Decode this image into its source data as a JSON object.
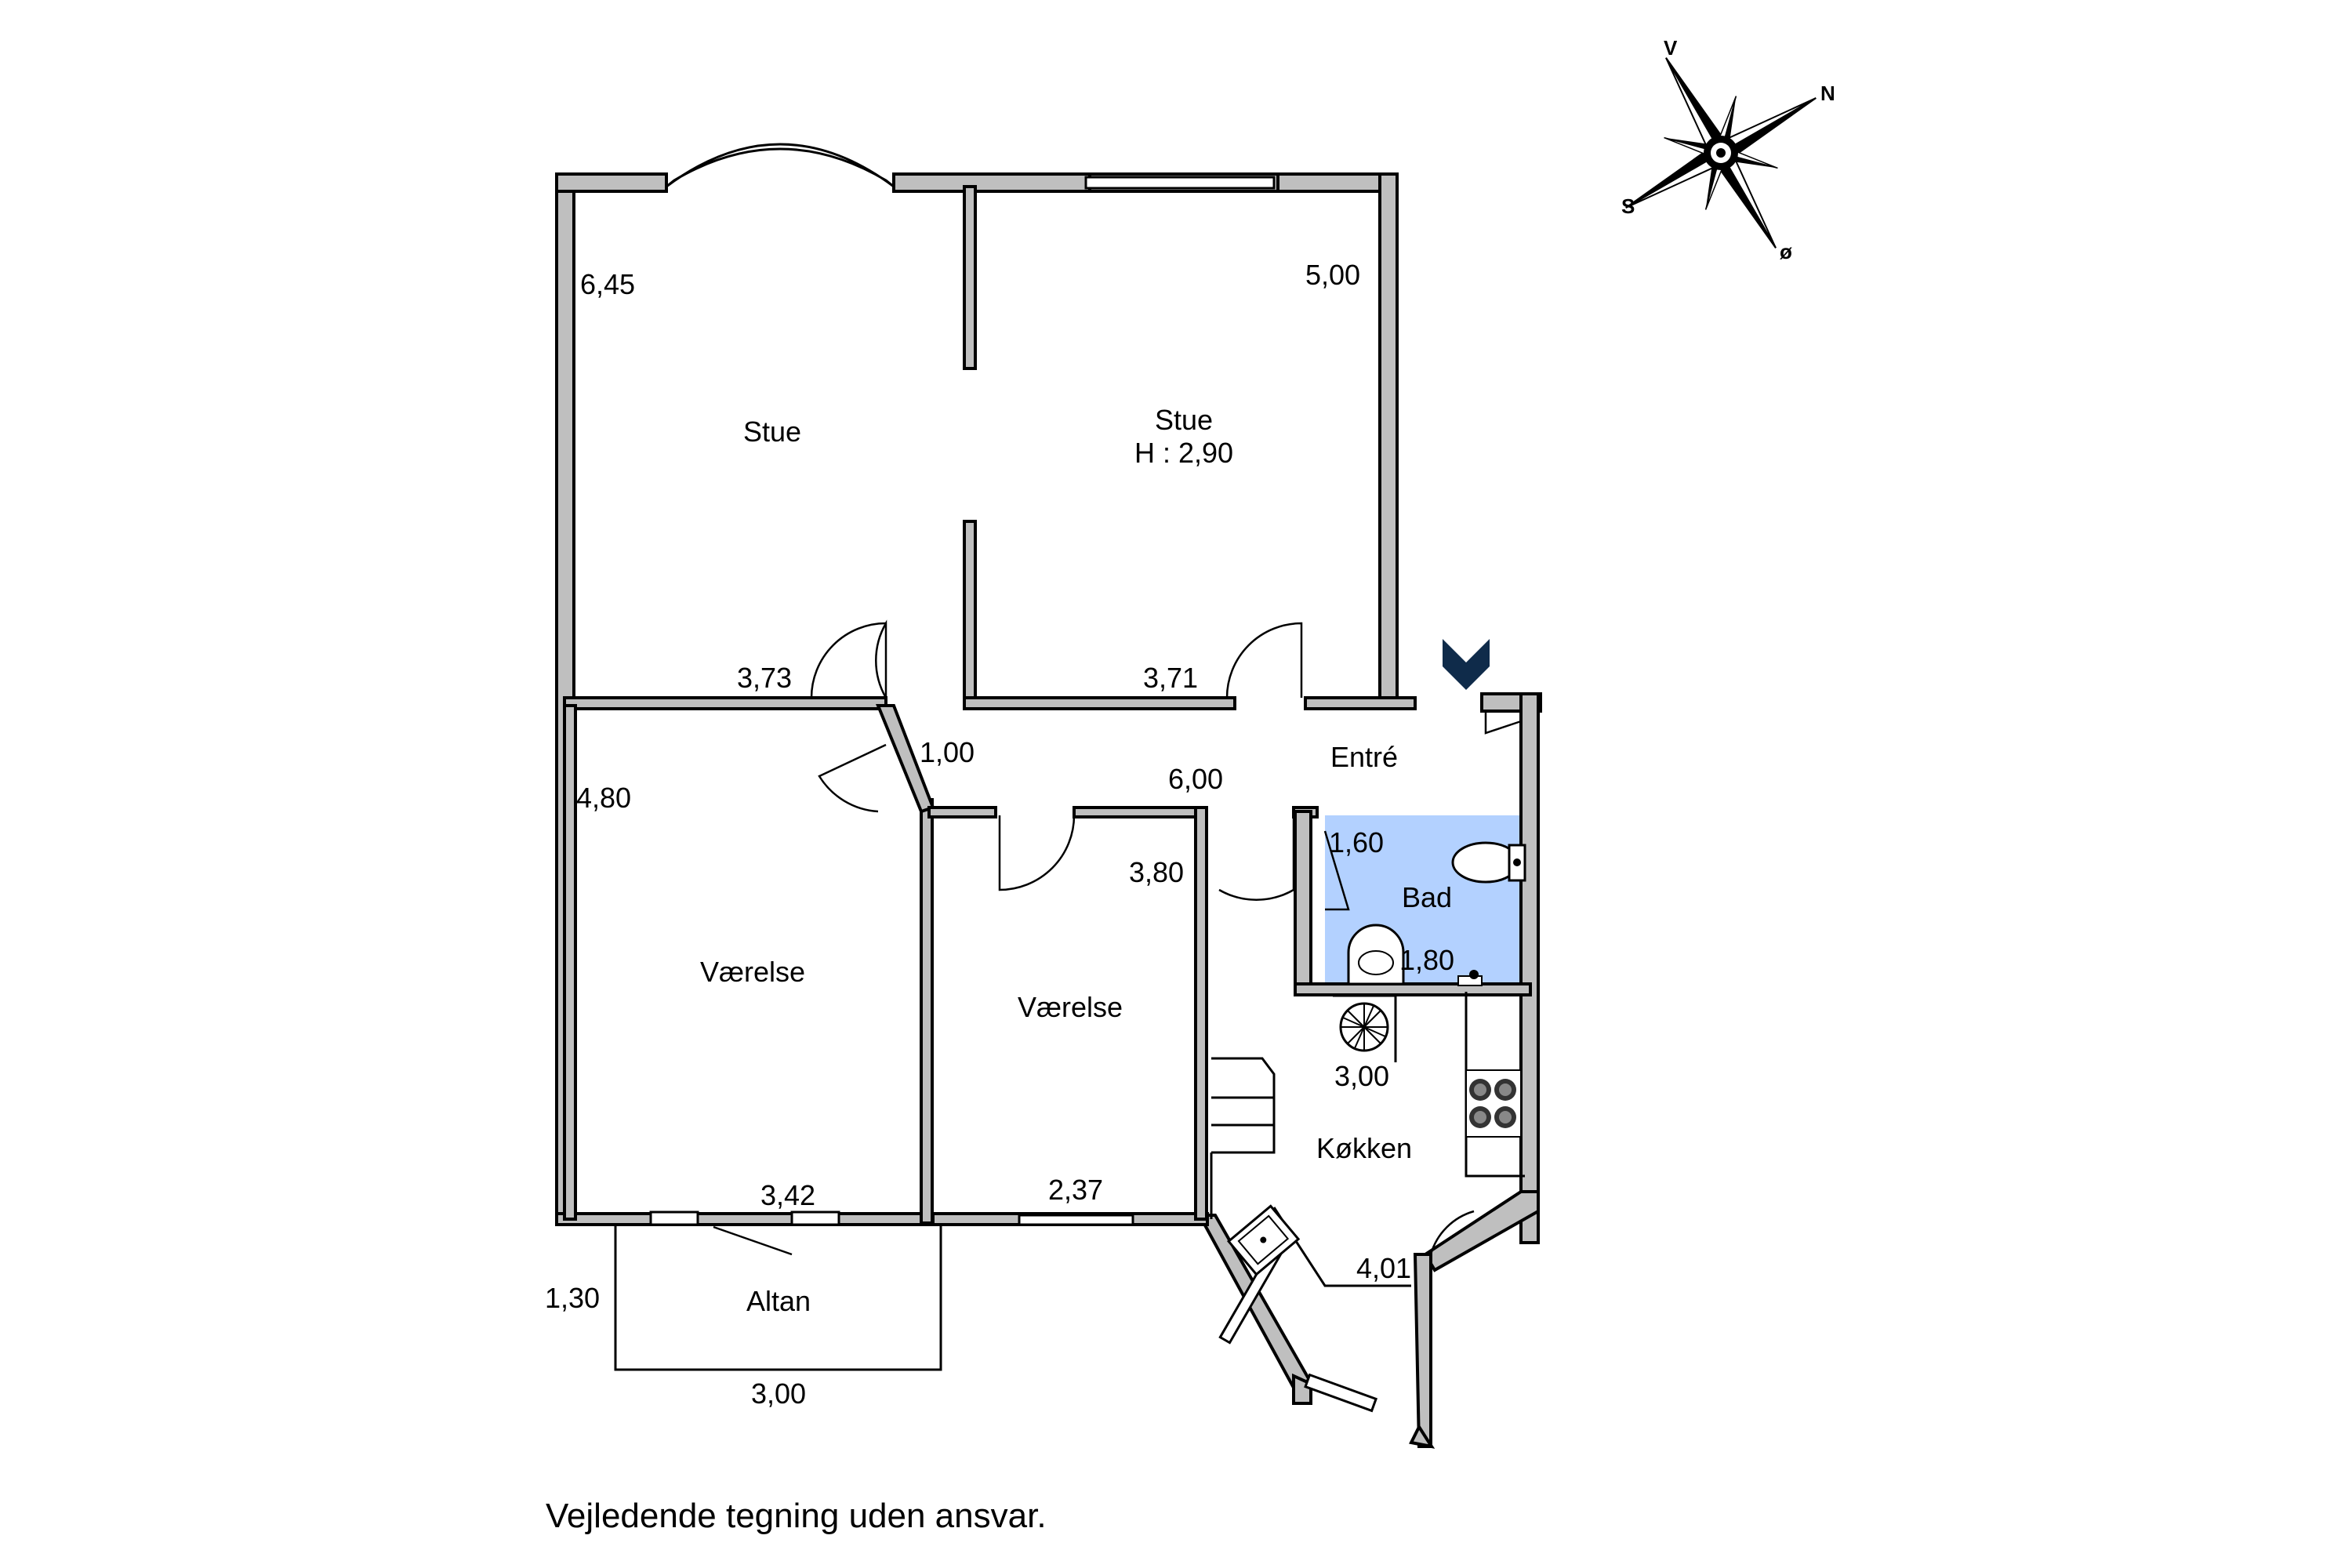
{
  "rooms": {
    "stue_left": {
      "name": "Stue"
    },
    "stue_right": {
      "name": "Stue",
      "height": "H : 2,90"
    },
    "entre": {
      "name": "Entré"
    },
    "bad": {
      "name": "Bad"
    },
    "vaerelse_left": {
      "name": "Værelse"
    },
    "vaerelse_mid": {
      "name": "Værelse"
    },
    "kokken": {
      "name": "Køkken"
    },
    "altan": {
      "name": "Altan"
    }
  },
  "dimensions": {
    "stue_left_height": "6,45",
    "stue_right_height": "5,00",
    "stue_left_width": "3,73",
    "stue_right_width": "3,71",
    "hall_width": "1,00",
    "hall_length": "6,00",
    "vaerelse_left_height": "4,80",
    "vaerelse_left_width": "3,42",
    "vaerelse_mid_height": "3,80",
    "vaerelse_mid_width": "2,37",
    "bad_width": "1,60",
    "bad_length": "1,80",
    "kokken_width": "3,00",
    "kokken_diag": "4,01",
    "altan_depth": "1,30",
    "altan_width": "3,00"
  },
  "compass": {
    "n": "N",
    "s": "S",
    "v": "V",
    "o": "ø"
  },
  "disclaimer": "Vejledende tegning uden ansvar.",
  "colors": {
    "wall_fill": "#bfbfbf",
    "wall_stroke": "#000000",
    "bath_fill": "#b3d1ff",
    "entrance_marker": "#0f2b4a"
  },
  "icons": [
    "compass-rose-icon",
    "entrance-arrow-icon",
    "toilet-icon",
    "sink-icon",
    "stove-icon",
    "fan-icon"
  ]
}
